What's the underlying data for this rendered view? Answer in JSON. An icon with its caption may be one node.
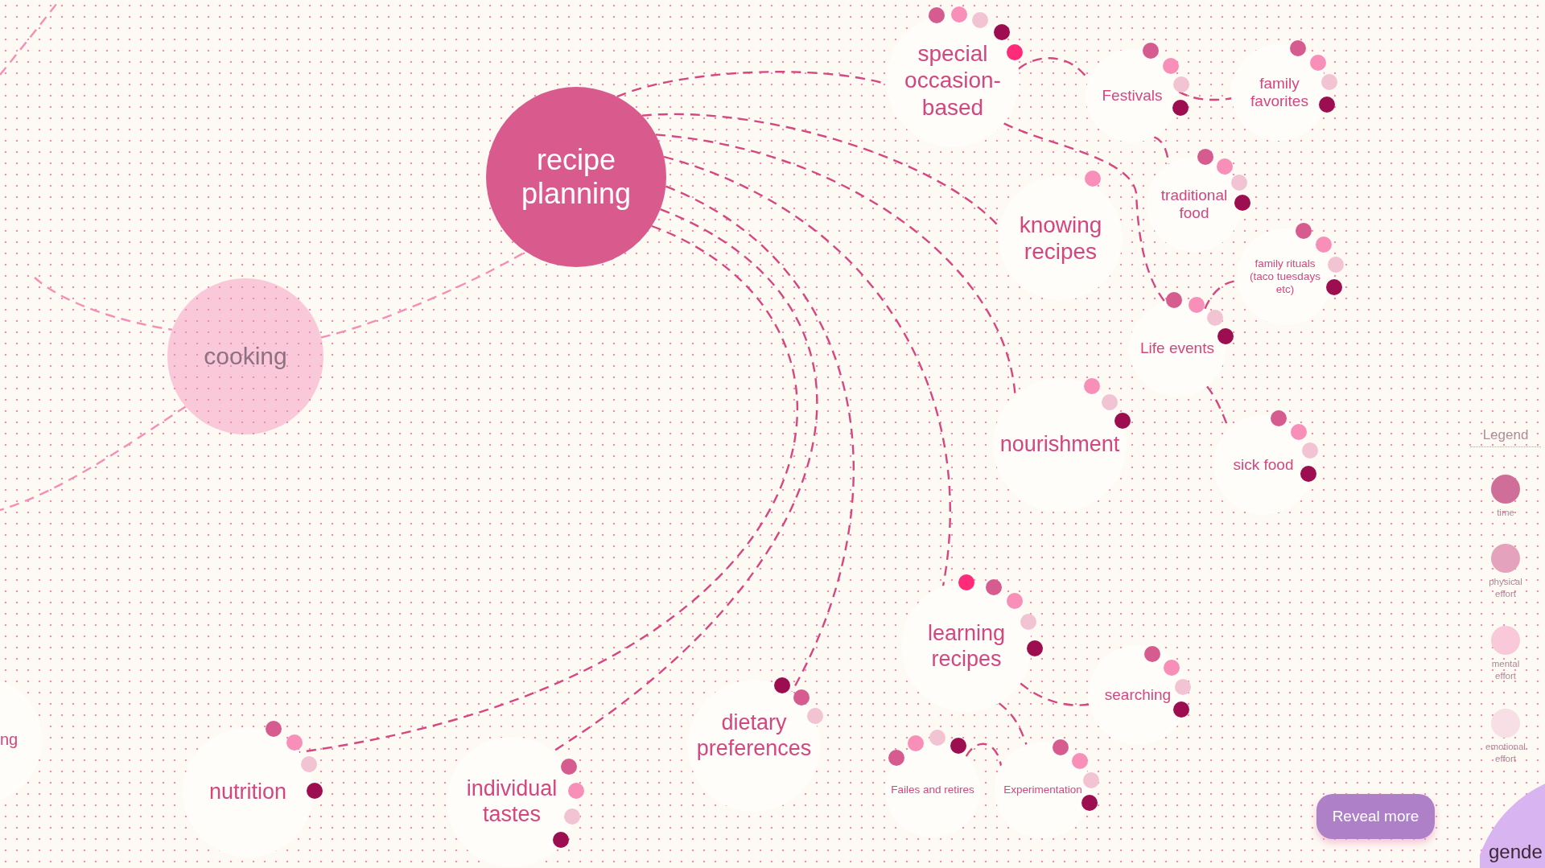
{
  "diagram": {
    "nodes": [
      {
        "text": [
          "recipe planning"
        ]
      },
      {
        "text": [
          "cooking"
        ]
      },
      {
        "text": [
          "special occasion-based"
        ]
      },
      {
        "text": [
          "Festivals"
        ]
      },
      {
        "text": [
          "family favorites"
        ]
      },
      {
        "text": [
          "traditional food"
        ]
      },
      {
        "text": [
          "knowing recipes"
        ]
      },
      {
        "text": [
          "family rituals (taco tuesdays etc)"
        ]
      },
      {
        "text": [
          "Life events"
        ]
      },
      {
        "text": [
          "nourishment"
        ]
      },
      {
        "text": [
          "sick food"
        ]
      },
      {
        "text": [
          "learning recipes"
        ]
      },
      {
        "text": [
          "searching"
        ]
      },
      {
        "text": [
          "dietary preferences"
        ]
      },
      {
        "text": [
          "Failes and retires"
        ]
      },
      {
        "text": [
          "Experimentation"
        ]
      },
      {
        "text": [
          "ng"
        ]
      },
      {
        "text": [
          "nutrition"
        ]
      },
      {
        "text": [
          "individual tastes"
        ]
      },
      {
        "text": [
          "gende"
        ]
      }
    ],
    "edges": [
      {
        "from": 0,
        "to": 2,
        "arrow": "none",
        "style": "dashed"
      },
      {
        "from": 0,
        "to": 6,
        "arrow": "none",
        "style": "dashed"
      },
      {
        "from": 0,
        "to": 9,
        "arrow": "none",
        "style": "dashed"
      },
      {
        "from": 0,
        "to": 11,
        "arrow": "none",
        "style": "dashed"
      },
      {
        "from": 0,
        "to": 13,
        "arrow": "none",
        "style": "dashed"
      },
      {
        "from": 0,
        "to": 18,
        "arrow": "none",
        "style": "dashed"
      },
      {
        "from": 0,
        "to": 17,
        "arrow": "none",
        "style": "dashed"
      },
      {
        "from": 1,
        "to": 0,
        "arrow": "none",
        "style": "dashed",
        "color": "#f48fb5"
      },
      {
        "from": null,
        "to": 1,
        "arrow": "none",
        "style": "dashed",
        "color": "#f48fb5"
      },
      {
        "from": 1,
        "to": null,
        "arrow": "none",
        "style": "dashed",
        "color": "#f48fb5"
      },
      {
        "from": 2,
        "to": 3,
        "arrow": "none",
        "style": "dashed"
      },
      {
        "from": 2,
        "to": 8,
        "arrow": "none",
        "style": "dashed"
      },
      {
        "from": 3,
        "to": 4,
        "arrow": "none",
        "style": "dashed"
      },
      {
        "from": 3,
        "to": 5,
        "arrow": "none",
        "style": "dashed"
      },
      {
        "from": 8,
        "to": 7,
        "arrow": "none",
        "style": "dashed"
      },
      {
        "from": 8,
        "to": 10,
        "arrow": "none",
        "style": "dashed"
      },
      {
        "from": 11,
        "to": 12,
        "arrow": "none",
        "style": "dashed"
      },
      {
        "from": 11,
        "to": 15,
        "arrow": "none",
        "style": "dashed"
      },
      {
        "from": 14,
        "to": 15,
        "arrow": "none",
        "style": "dashed"
      }
    ],
    "labels": [
      "Legend",
      "Reveal more"
    ],
    "legend": [
      {
        "text": "time",
        "color": "#cf6f99"
      },
      {
        "text": "physical effort",
        "color": "#e5a2bc"
      },
      {
        "text": "mental effort",
        "color": "#f9c9da"
      },
      {
        "text": "emotional effort",
        "color": "#f8dee5"
      }
    ]
  }
}
